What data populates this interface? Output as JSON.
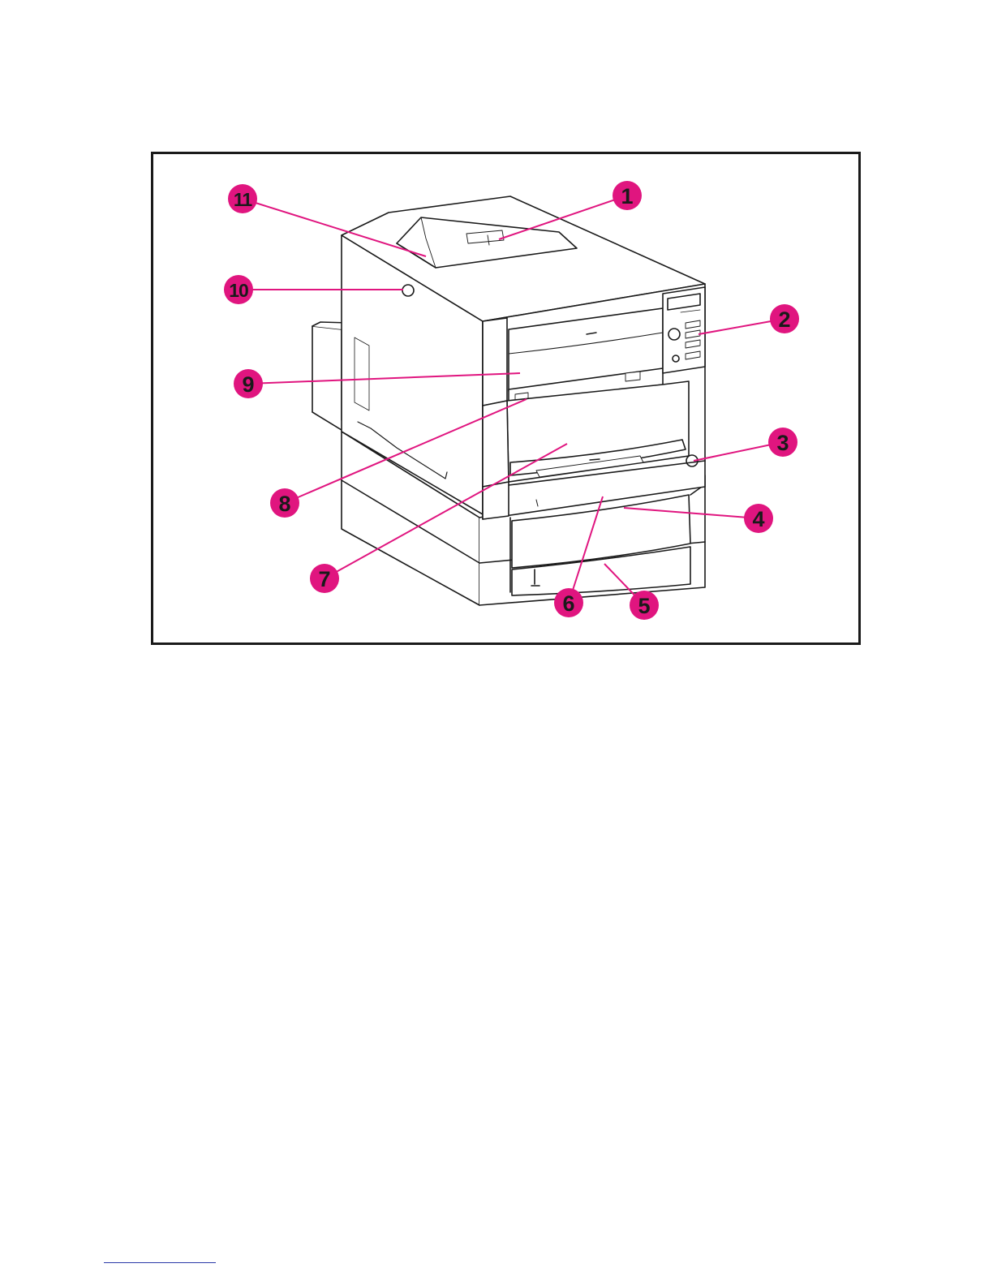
{
  "colors": {
    "accent": "#e0157f",
    "ink": "#1a1a1a",
    "printer_body": "#ffffff",
    "footer_rule": "#2c3aa8"
  },
  "callouts": [
    {
      "id": "1",
      "label": "1"
    },
    {
      "id": "2",
      "label": "2"
    },
    {
      "id": "3",
      "label": "3"
    },
    {
      "id": "4",
      "label": "4"
    },
    {
      "id": "5",
      "label": "5"
    },
    {
      "id": "6",
      "label": "6"
    },
    {
      "id": "7",
      "label": "7"
    },
    {
      "id": "8",
      "label": "8"
    },
    {
      "id": "9",
      "label": "9"
    },
    {
      "id": "10",
      "label": "10"
    },
    {
      "id": "11",
      "label": "11"
    }
  ]
}
